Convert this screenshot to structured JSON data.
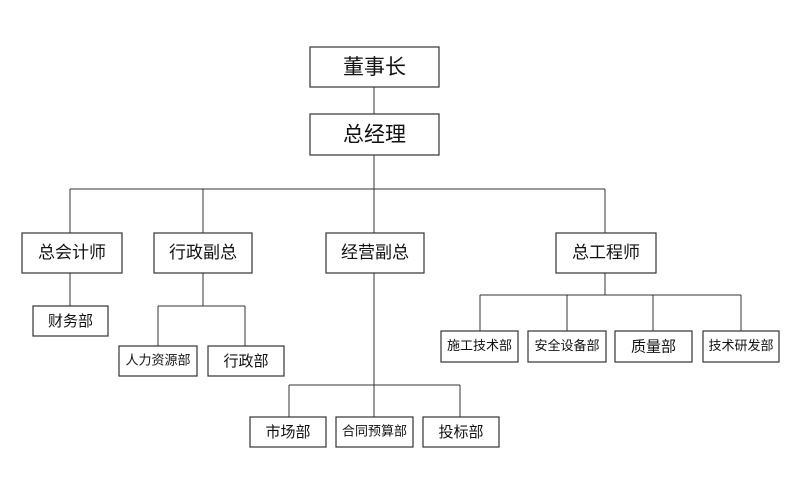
{
  "chairman": "董事长",
  "general_manager": "总经理",
  "chief_accountant": "总会计师",
  "admin_vp": "行政副总",
  "business_vp": "经营副总",
  "chief_engineer": "总工程师",
  "finance_dept": "财务部",
  "hr_dept": "人力资源部",
  "admin_dept": "行政部",
  "market_dept": "市场部",
  "contract_budget_dept": "合同预算部",
  "bidding_dept": "投标部",
  "construction_tech_dept": "施工技术部",
  "safety_equipment_dept": "安全设备部",
  "quality_dept": "质量部",
  "tech_rd_dept": "技术研发部"
}
